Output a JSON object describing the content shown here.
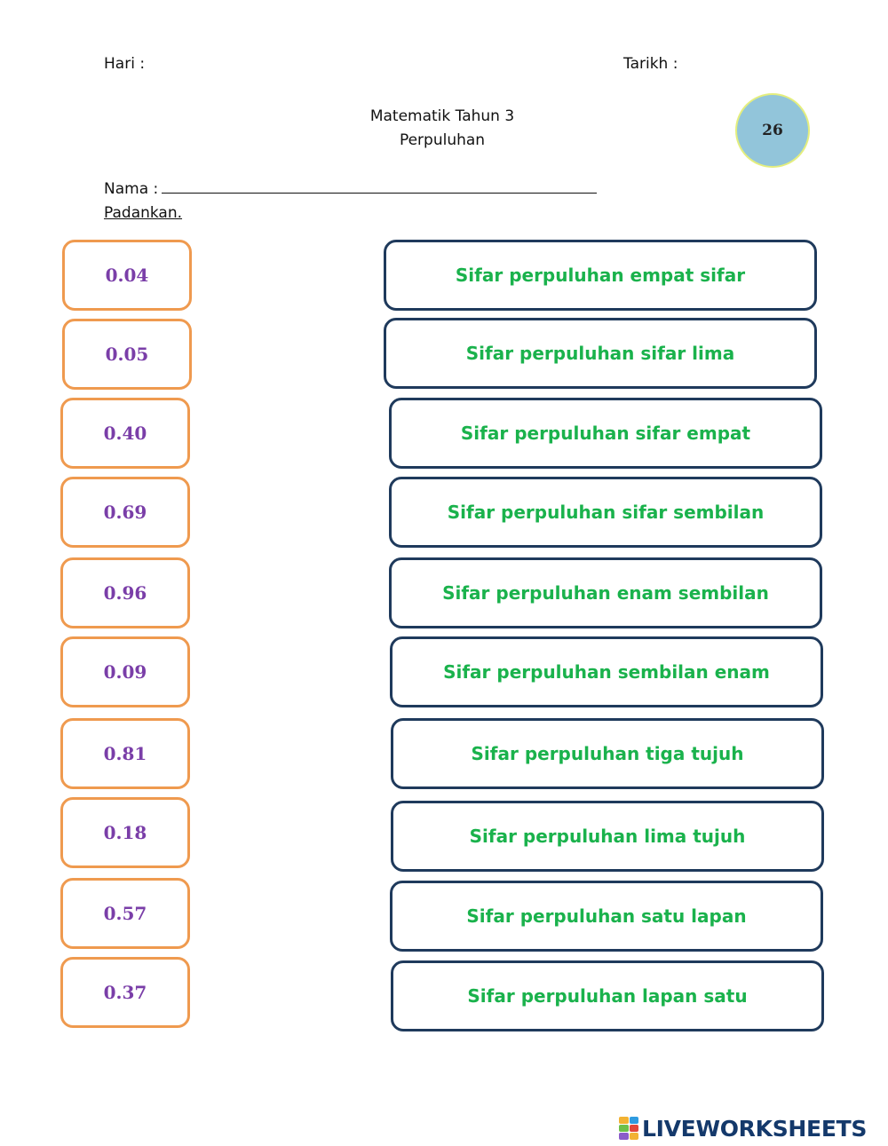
{
  "header": {
    "day_label": "Hari :",
    "date_label": "Tarikh :",
    "title_line1": "Matematik Tahun 3",
    "title_line2": "Perpuluhan",
    "badge_number": "26",
    "name_label": "Nama :",
    "instruction": "Padankan."
  },
  "left_items": [
    "0.04",
    "0.05",
    "0.40",
    "0.69",
    "0.96",
    "0.09",
    "0.81",
    "0.18",
    "0.57",
    "0.37"
  ],
  "right_items": [
    "Sifar perpuluhan empat sifar",
    "Sifar perpuluhan sifar lima",
    "Sifar perpuluhan sifar empat",
    "Sifar perpuluhan sifar sembilan",
    "Sifar perpuluhan enam sembilan",
    "Sifar perpuluhan sembilan enam",
    "Sifar perpuluhan tiga tujuh",
    "Sifar perpuluhan lima tujuh",
    "Sifar perpuluhan satu lapan",
    "Sifar perpuluhan lapan satu"
  ],
  "footer": {
    "brand": "LIVEWORKSHEETS"
  },
  "colors": {
    "left_border": "#ef9a4f",
    "left_text": "#7a3ea8",
    "right_border": "#1f3a5c",
    "right_text": "#1ab24c",
    "badge_fill": "#92c5da"
  }
}
